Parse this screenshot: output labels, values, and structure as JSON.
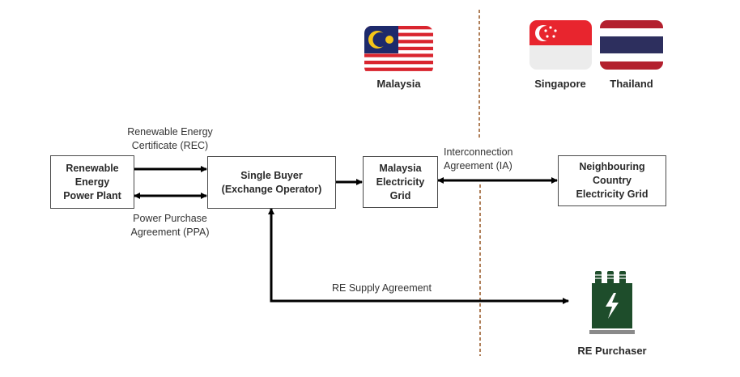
{
  "diagram": {
    "nodes": {
      "plant": "Renewable\nEnergy\nPower Plant",
      "single_buyer": "Single Buyer\n(Exchange Operator)",
      "my_grid": "Malaysia\nElectricity\nGrid",
      "neighbour_grid": "Neighbouring\nCountry\nElectricity Grid",
      "re_purchaser": "RE Purchaser"
    },
    "edges": {
      "rec": "Renewable Energy\nCertificate (REC)",
      "ppa": "Power Purchase\nAgreement (PPA)",
      "ia": "Interconnection\nAgreement (IA)",
      "re_supply": "RE Supply Agreement"
    },
    "countries": {
      "malaysia": "Malaysia",
      "singapore": "Singapore",
      "thailand": "Thailand"
    },
    "colors": {
      "arrow": "#000000",
      "box_border": "#4a4a4a",
      "divider": "#b0805a",
      "transformer_green": "#1e4d2b",
      "transformer_base": "#8a8a8a"
    }
  }
}
